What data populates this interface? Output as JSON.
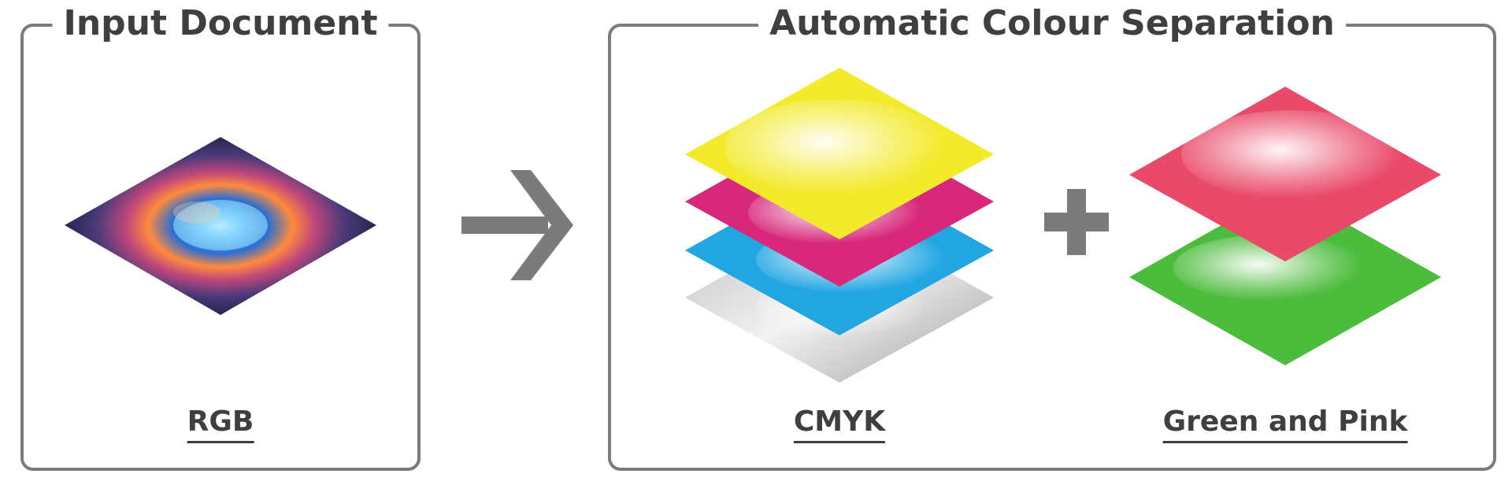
{
  "input_panel": {
    "title": "Input Document",
    "caption": "RGB"
  },
  "separation_panel": {
    "title": "Automatic Colour Separation",
    "cmyk_caption": "CMYK",
    "spot_caption": "Green and Pink"
  },
  "icons": {
    "arrow": "arrow-right-icon",
    "plus": "plus-icon"
  },
  "colors": {
    "frame": "#7b7b7b",
    "text": "#3f3f42",
    "yellow": "#f3ea2c",
    "magenta": "#d8287c",
    "cyan": "#22a6e2",
    "black_plate": "#9a9a9a",
    "pink": "#e94a6a",
    "green": "#4cbc3c"
  }
}
